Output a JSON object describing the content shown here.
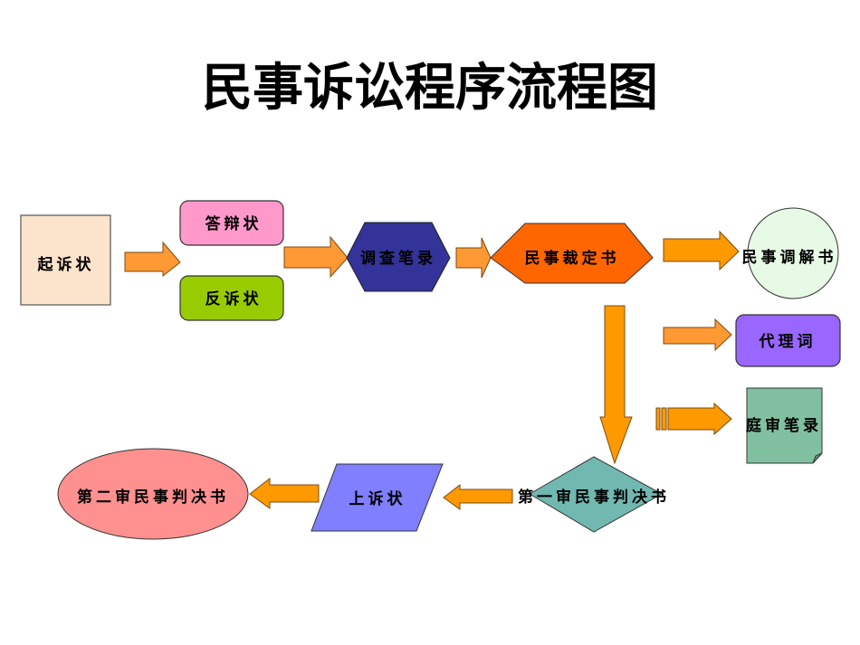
{
  "title": "民事诉讼程序流程图",
  "nodes": {
    "complaint": "起诉状",
    "defense": "答辩状",
    "counterclaim": "反诉状",
    "investigation": "调查笔录",
    "ruling": "民事裁定书",
    "mediation": "民事调解书",
    "agency_statement": "代理词",
    "trial_record": "庭审笔录",
    "first_judgment": "第一审民事判决书",
    "appeal": "上诉状",
    "second_judgment": "第二审民事判决书"
  },
  "colors": {
    "complaint": "#FCE4CC",
    "defense": "#FF99CC",
    "counterclaim": "#99CC00",
    "investigation": "#333399",
    "ruling": "#FF6600",
    "mediation": "#E6FAE6",
    "agency_statement": "#9966FF",
    "trial_record": "#80C0A0",
    "first_judgment": "#70B8B0",
    "appeal": "#7F7FFF",
    "second_judgment": "#FF9090",
    "arrow_light": "#FF9933",
    "arrow_dark": "#FF9900"
  }
}
